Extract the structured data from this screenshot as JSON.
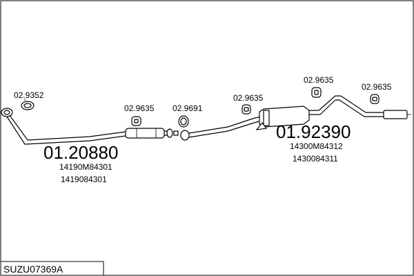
{
  "clamps": {
    "front_clamp": "02.9352",
    "hanger_mid": "02.9635",
    "ring_clamp": "02.9691",
    "hanger_rear_a": "02.9635",
    "hanger_rear_b": "02.9635",
    "hanger_tail": "02.9635"
  },
  "front_pipe": {
    "part_number": "01.20880",
    "oem_1": "14190M84301",
    "oem_2": "1419084301"
  },
  "rear_box": {
    "part_number": "01.92390",
    "oem_1": "14300M84312",
    "oem_2": "1430084311"
  },
  "kit_code": "SUZU07369A"
}
